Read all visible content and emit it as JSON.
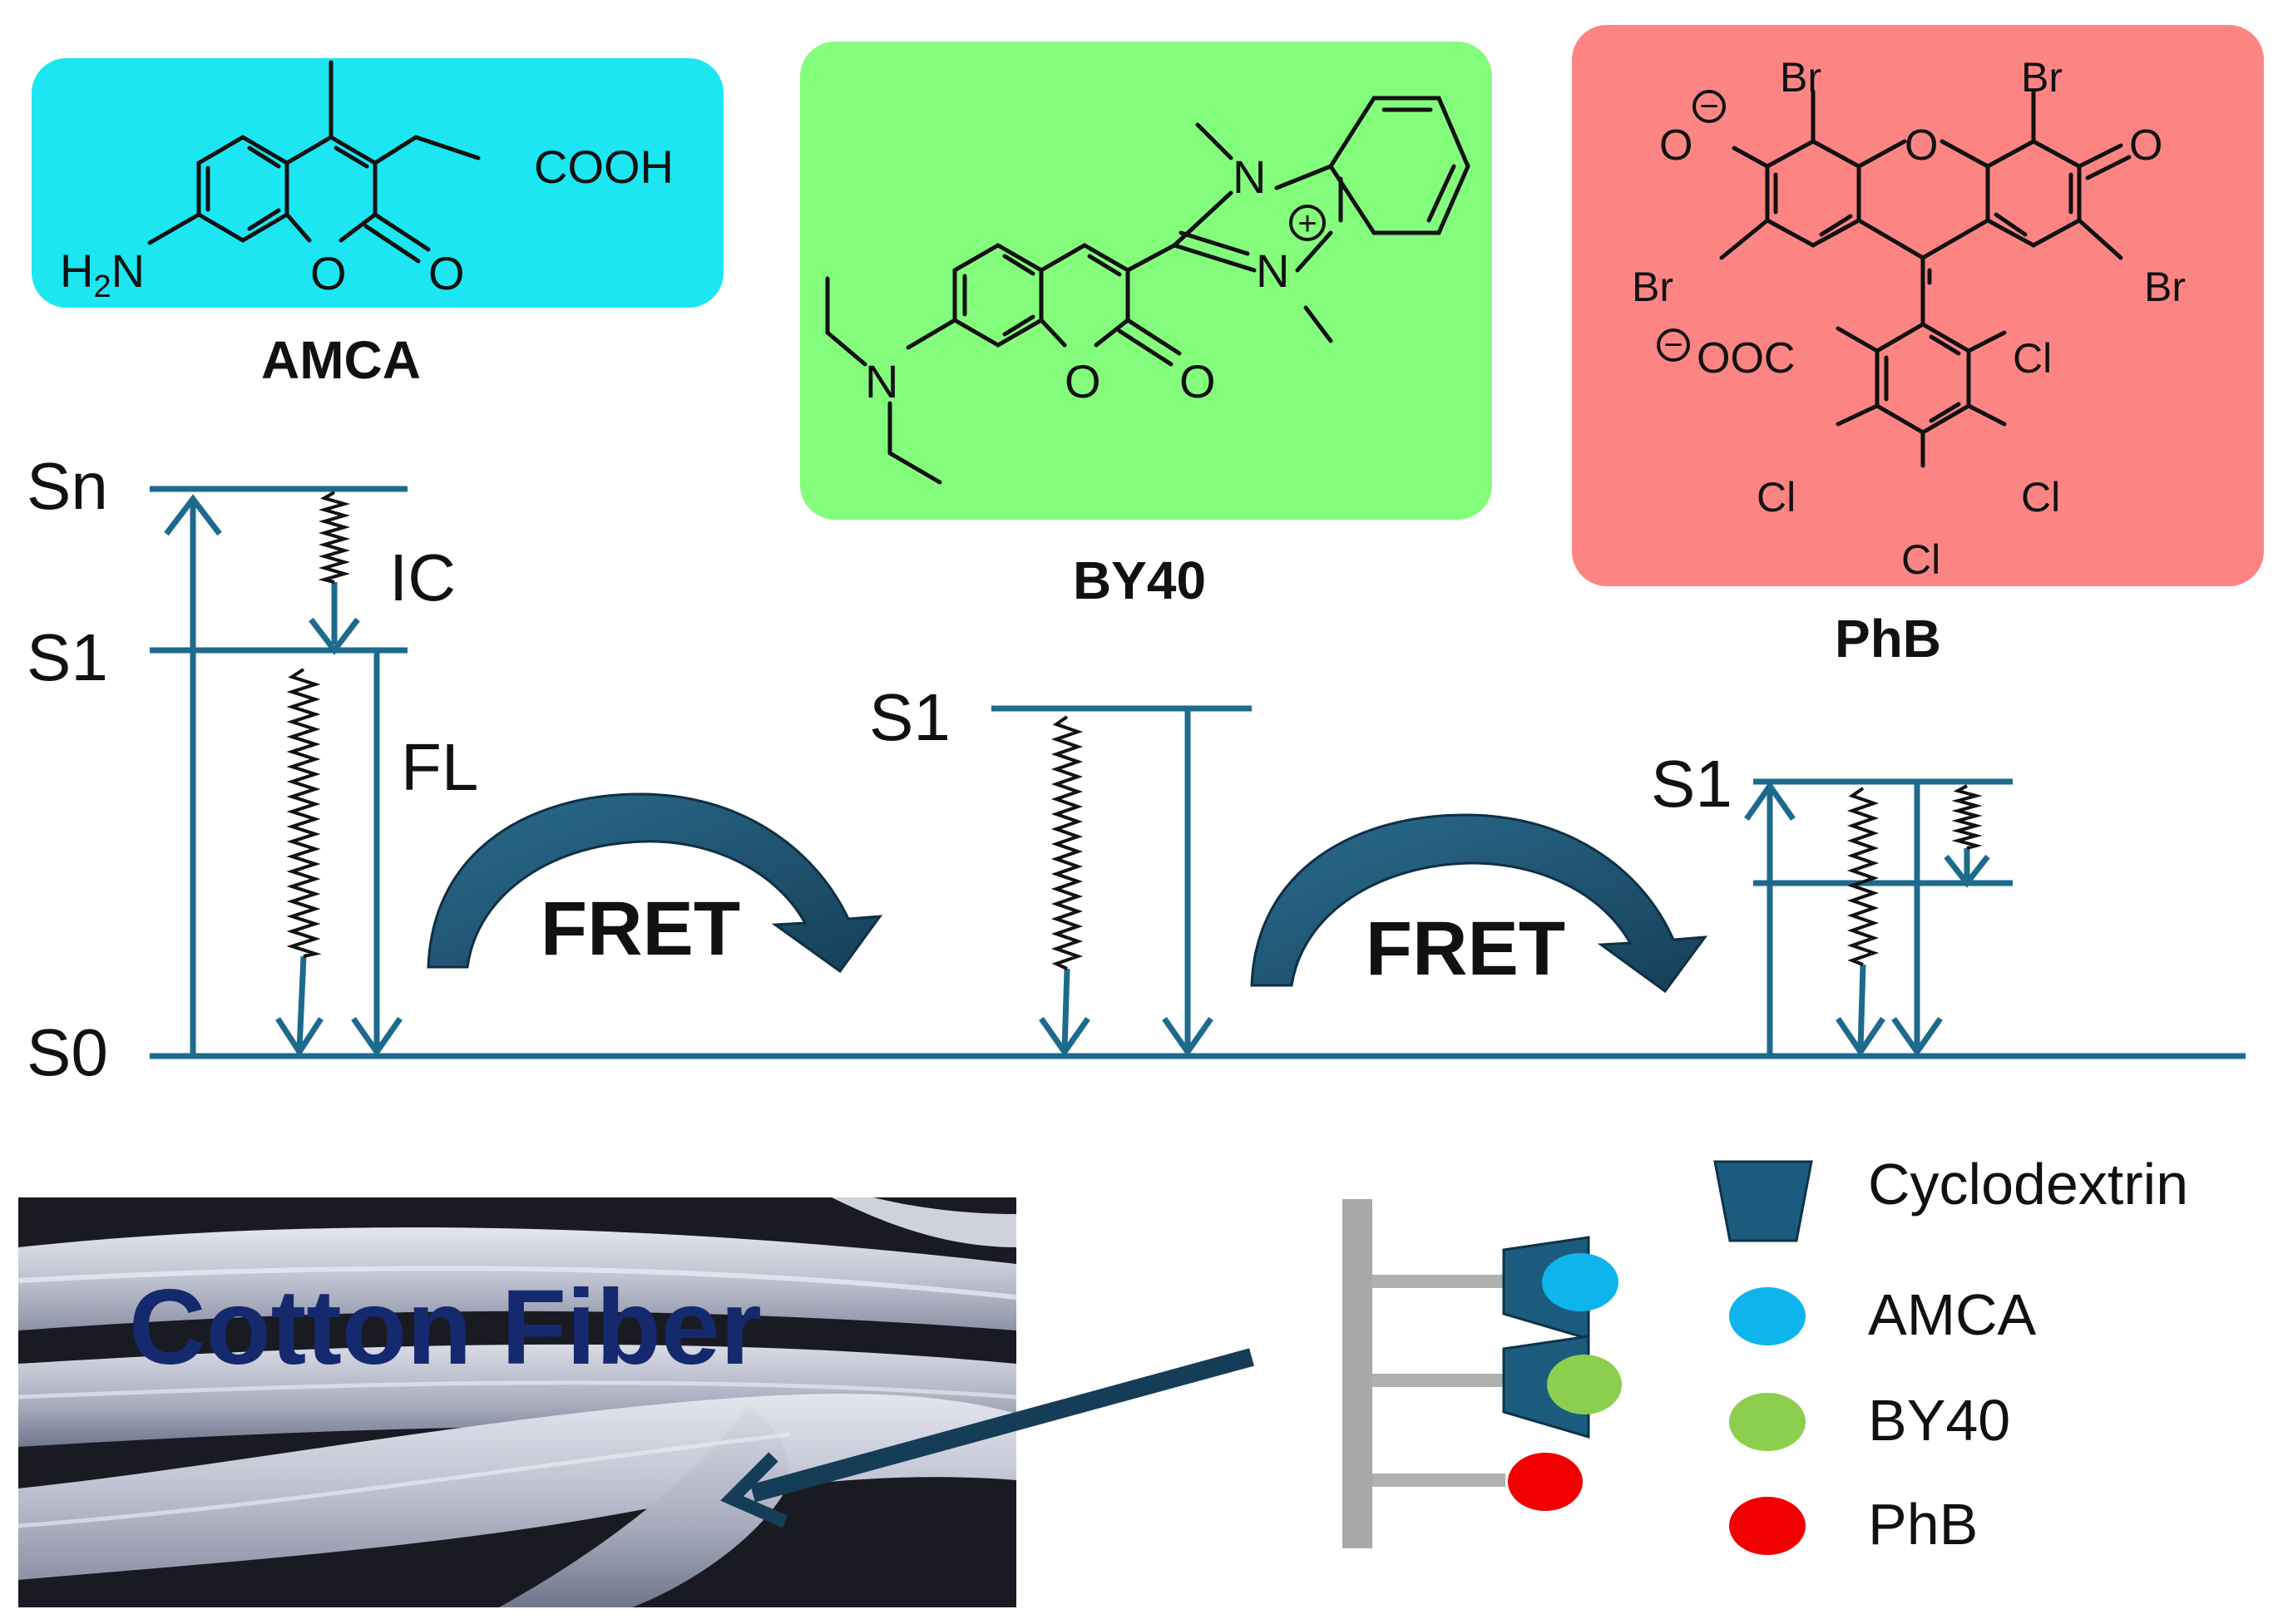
{
  "molecules": {
    "amca": {
      "name": "AMCA",
      "group_cooh": "COOH",
      "group_h2n_h": "H",
      "group_h2n_sub": "2",
      "group_h2n_n": "N",
      "ring_o": "O",
      "carbonyl_o": "O",
      "box_color": "#1CE6F2"
    },
    "by40": {
      "name": "BY40",
      "n_top": "N",
      "n_plus": "N",
      "n_amine": "N",
      "ring_o": "O",
      "carbonyl_o": "O",
      "charge": "+",
      "box_color": "#84FC7C"
    },
    "phb": {
      "name": "PhB",
      "br1": "Br",
      "br2": "Br",
      "br3": "Br",
      "br4": "Br",
      "o_minus": "O",
      "o_bridge": "O",
      "o_keto": "O",
      "carboxylate": "OOC",
      "cl1": "Cl",
      "cl2": "Cl",
      "cl3": "Cl",
      "cl4": "Cl",
      "charge": "−",
      "box_color": "#FC8584"
    }
  },
  "energy": {
    "sn": "Sn",
    "s1_left": "S1",
    "s0": "S0",
    "ic": "IC",
    "fl": "FL",
    "s1_mid": "S1",
    "s1_right": "S1",
    "fret1": "FRET",
    "fret2": "FRET",
    "line_color": "#1E6A8C",
    "arrow_color": "#1A4F6D"
  },
  "photo": {
    "label": "Cotton Fiber",
    "label_color": "#152A6E"
  },
  "legend": {
    "items": [
      {
        "label": "Cyclodextrin",
        "color": "#1B5C7E",
        "shape": "trapezoid"
      },
      {
        "label": "AMCA",
        "color": "#10B4EC",
        "shape": "ellipse"
      },
      {
        "label": "BY40",
        "color": "#8CCF4E",
        "shape": "ellipse"
      },
      {
        "label": "PhB",
        "color": "#F00000",
        "shape": "ellipse"
      }
    ]
  }
}
